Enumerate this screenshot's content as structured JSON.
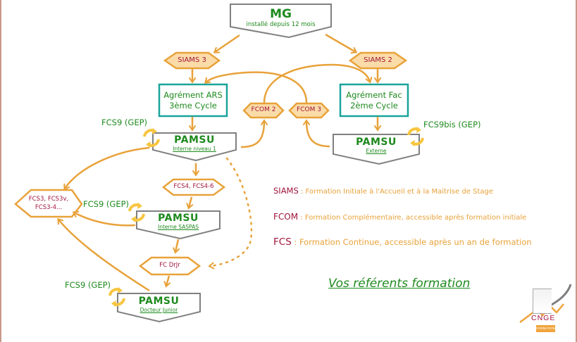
{
  "top_node": {
    "title": "MG",
    "subtitle": "installé depuis 12 mois"
  },
  "siams_nodes": [
    {
      "label": "SIAMS 3"
    },
    {
      "label": "SIAMS 2"
    }
  ],
  "agrement_nodes": [
    {
      "line1": "Agrément ARS",
      "line2": "3ème Cycle"
    },
    {
      "line1": "Agrément Fac",
      "line2": "2ème Cycle"
    }
  ],
  "fcom_nodes": [
    {
      "label": "FCOM 2"
    },
    {
      "label": "FCOM 3"
    }
  ],
  "pamsu_nodes": [
    {
      "title": "PAMSU",
      "subtitle": "Interne niveau 1"
    },
    {
      "title": "PAMSU",
      "subtitle": "Externe"
    },
    {
      "title": "PAMSU",
      "subtitle": "Interne SASPAS"
    },
    {
      "title": "PAMSU",
      "subtitle": "Docteur Junior"
    }
  ],
  "fcs_nodes": [
    {
      "label": "FCS4, FCS4-6"
    },
    {
      "line1": "FCS3, FCS3v,",
      "line2": "FCS3-4..."
    },
    {
      "label": "FC DrJr"
    }
  ],
  "cycle_labels": [
    {
      "label": "FCS9 (GEP)"
    },
    {
      "label": "FCS9bis (GEP)"
    },
    {
      "label": "FCS9 (GEP)"
    },
    {
      "label": "FCS9 (GEP)"
    }
  ],
  "legend": [
    {
      "key": "SIAMS",
      "desc": " : Formation Initiale à l'Accueil et à la Maitrise de Stage"
    },
    {
      "key": "FCOM",
      "desc": " : Formation Complémentaire, accessible après formation initiale"
    },
    {
      "key": "FCS",
      "desc": " : Formation Continue, accessible après un an de formation"
    }
  ],
  "cta_link": "Vos référents formation",
  "logo": {
    "name": "CNGE",
    "badge": "FORMATION"
  },
  "colors": {
    "arrow": "#e8a23a",
    "hex_fill": "#fbdca8",
    "teal": "#1aa39a",
    "gray": "#808080",
    "green_text": "#1e8a1e",
    "maroon_text": "#a0143c",
    "cycle_icon": "#f7c53f"
  }
}
